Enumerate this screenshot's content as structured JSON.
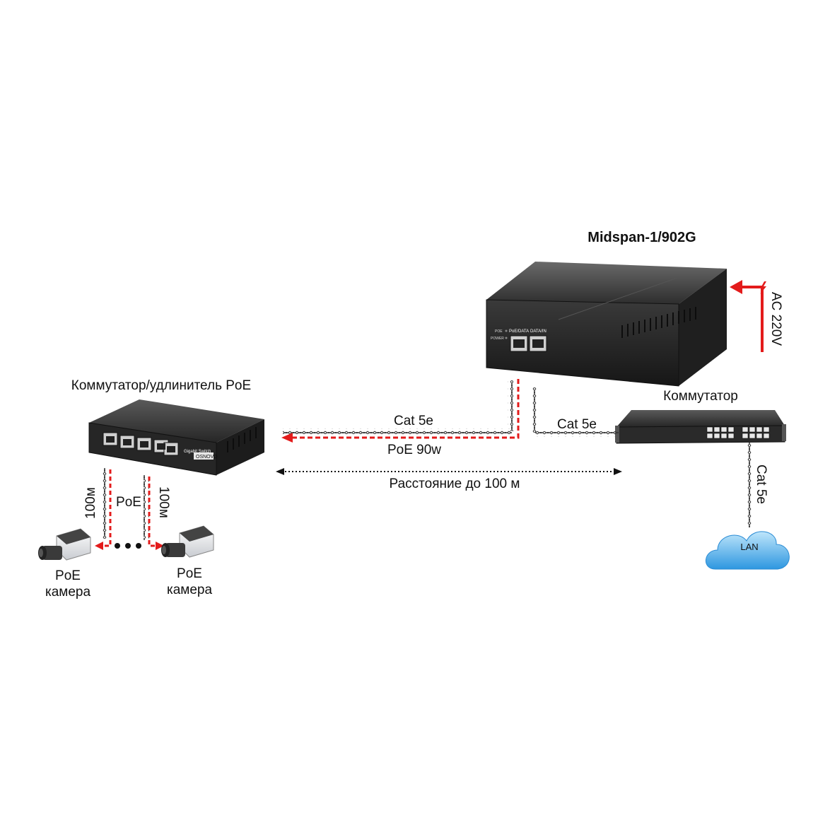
{
  "title": "Midspan-1/902G",
  "ac_power": "AC 220V",
  "midspan": {
    "port_poe_data": "PoE/DATA",
    "port_data_in": "DATA/IN",
    "led_poe": "POE",
    "led_power": "POWER"
  },
  "switch_label": "Коммутатор",
  "poe_switch_label": "Коммутатор/удлинитель PoE",
  "poe_switch_brand": "OSNOVO",
  "poe_switch_model": "Gigabit Switch",
  "cable_top_label": "Cat 5e",
  "cable_switch_label": "Cat 5e",
  "cable_lan_label": "Cat 5e",
  "poe_power_label": "PoE 90w",
  "distance_label": "Расстояние до 100 м",
  "lan_label": "LAN",
  "camera_left": {
    "line1": "PoE",
    "line2": "камера"
  },
  "camera_right": {
    "line1": "PoE",
    "line2": "камера"
  },
  "camera_poe_label": "PoE",
  "camera_left_length": "100м",
  "camera_right_length": "100м",
  "colors": {
    "accent": "#e31b1b",
    "device": "#2b2b2b",
    "cloud": "#3aa6ea"
  }
}
